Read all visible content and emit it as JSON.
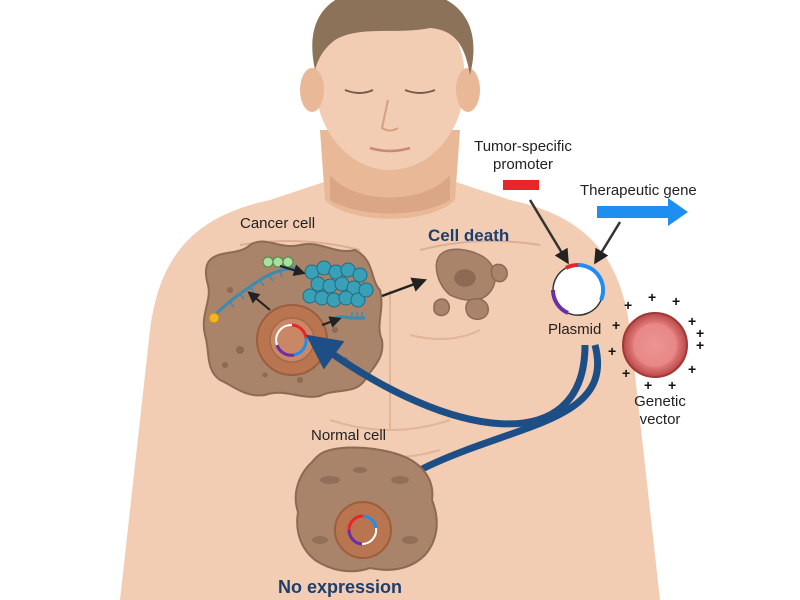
{
  "labels": {
    "cancer_cell": "Cancer cell",
    "cell_death": "Cell death",
    "tumor_promoter_line1": "Tumor-specific",
    "tumor_promoter_line2": "promoter",
    "therapeutic_gene": "Therapeutic gene",
    "plasmid": "Plasmid",
    "genetic_vector_line1": "Genetic",
    "genetic_vector_line2": "vector",
    "normal_cell": "Normal cell",
    "no_expression": "No expression"
  },
  "colors": {
    "skin": "#f2cdb3",
    "skin_shadow": "#e3b293",
    "hair": "#8c7259",
    "cell_brown": "#a9836a",
    "nucleus": "#b8754f",
    "arrow_blue": "#1d4f86",
    "promoter_red": "#e8262a",
    "gene_blue": "#1e8ef0",
    "plasmid_purple": "#6a2ea8",
    "vector_red": "#d86a6a",
    "dna_teal": "#3d8bb0",
    "protein_teal": "#2f8fa8"
  },
  "icons": {
    "vector_charge": "plus-sign",
    "dna": "dna-strand",
    "protein": "protein-chain"
  }
}
